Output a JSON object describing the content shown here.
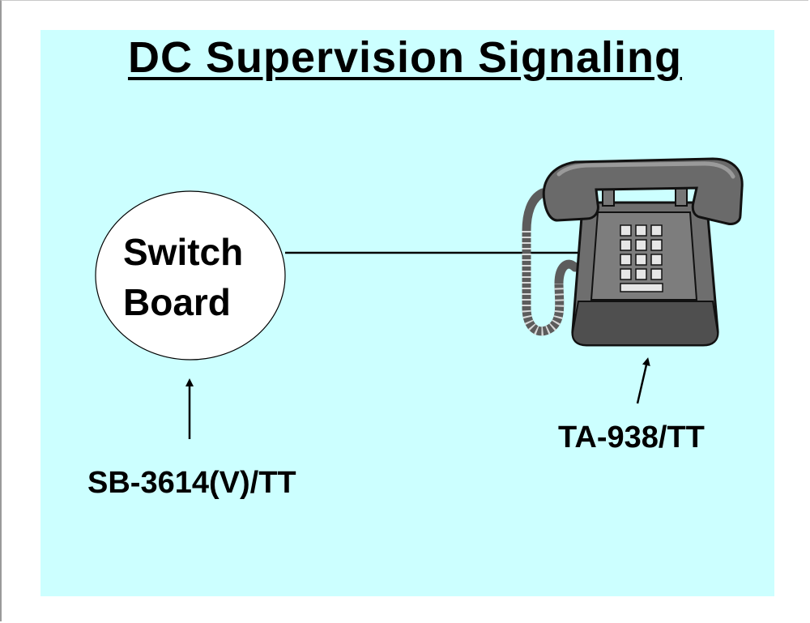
{
  "title": "DC Supervision Signaling",
  "switchboard": {
    "line1": "Switch",
    "line2": "Board",
    "model": "SB-3614(V)/TT"
  },
  "telephone": {
    "model": "TA-938/TT",
    "icon": "telephone-icon"
  },
  "colors": {
    "slide_background": "#ccffff",
    "phone_body": "#6e6e6e"
  }
}
